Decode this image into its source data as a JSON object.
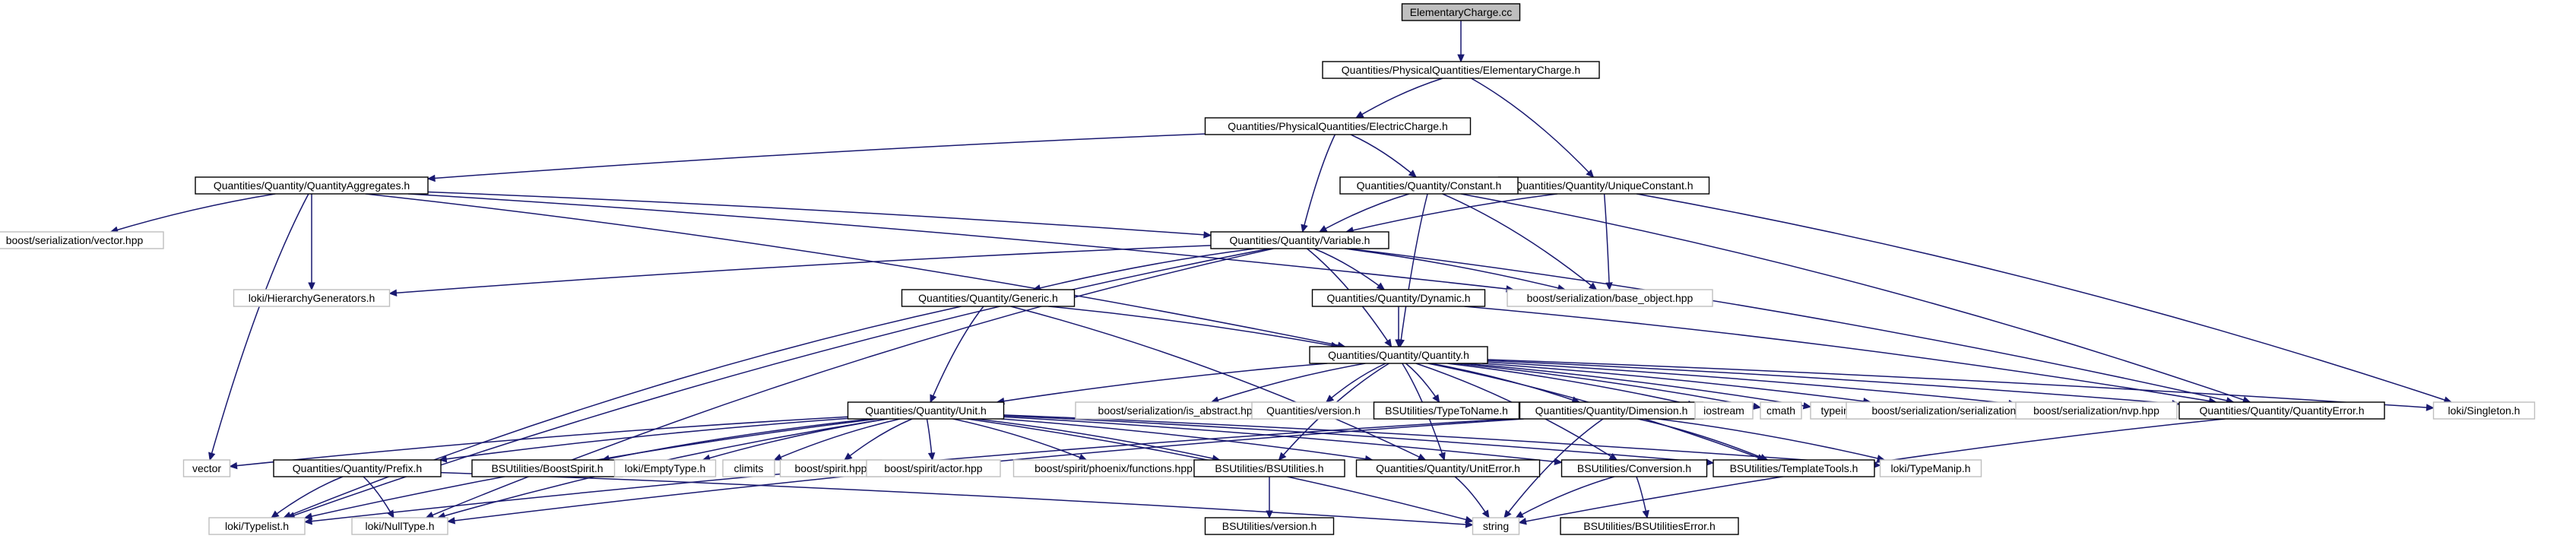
{
  "graph": {
    "colors": {
      "edge": "#191970",
      "node_border": "#000000",
      "external_border": "#bfbfbf",
      "root_fill": "#bfbfbf"
    },
    "nodes": [
      {
        "id": "ec_cc",
        "label": "ElementaryCharge.cc",
        "kind": "root"
      },
      {
        "id": "ec_h",
        "label": "Quantities/PhysicalQuantities/ElementaryCharge.h",
        "kind": "normal"
      },
      {
        "id": "elec_h",
        "label": "Quantities/PhysicalQuantities/ElectricCharge.h",
        "kind": "normal"
      },
      {
        "id": "uconst",
        "label": "Quantities/Quantity/UniqueConstant.h",
        "kind": "normal"
      },
      {
        "id": "agg",
        "label": "Quantities/Quantity/QuantityAggregates.h",
        "kind": "normal"
      },
      {
        "id": "const",
        "label": "Quantities/Quantity/Constant.h",
        "kind": "normal"
      },
      {
        "id": "bsv",
        "label": "boost/serialization/vector.hpp",
        "kind": "external"
      },
      {
        "id": "var",
        "label": "Quantities/Quantity/Variable.h",
        "kind": "normal"
      },
      {
        "id": "hier",
        "label": "loki/HierarchyGenerators.h",
        "kind": "external"
      },
      {
        "id": "bso",
        "label": "boost/serialization/base_object.hpp",
        "kind": "external"
      },
      {
        "id": "gen",
        "label": "Quantities/Quantity/Generic.h",
        "kind": "normal"
      },
      {
        "id": "dyn",
        "label": "Quantities/Quantity/Dynamic.h",
        "kind": "normal"
      },
      {
        "id": "qty",
        "label": "Quantities/Quantity/Quantity.h",
        "kind": "normal"
      },
      {
        "id": "unit",
        "label": "Quantities/Quantity/Unit.h",
        "kind": "normal"
      },
      {
        "id": "isabs",
        "label": "boost/serialization/is_abstract.hpp",
        "kind": "external"
      },
      {
        "id": "qver",
        "label": "Quantities/version.h",
        "kind": "external"
      },
      {
        "id": "ttn",
        "label": "BSUtilities/TypeToName.h",
        "kind": "normal"
      },
      {
        "id": "dim",
        "label": "Quantities/Quantity/Dimension.h",
        "kind": "normal"
      },
      {
        "id": "iostream",
        "label": "iostream",
        "kind": "external"
      },
      {
        "id": "cmath",
        "label": "cmath",
        "kind": "external"
      },
      {
        "id": "typeinfo",
        "label": "typeinfo",
        "kind": "external"
      },
      {
        "id": "bss",
        "label": "boost/serialization/serialization.hpp",
        "kind": "external"
      },
      {
        "id": "nvp",
        "label": "boost/serialization/nvp.hpp",
        "kind": "external"
      },
      {
        "id": "qerr",
        "label": "Quantities/Quantity/QuantityError.h",
        "kind": "normal"
      },
      {
        "id": "singleton",
        "label": "loki/Singleton.h",
        "kind": "external"
      },
      {
        "id": "vector",
        "label": "vector",
        "kind": "external"
      },
      {
        "id": "prefix",
        "label": "Quantities/Quantity/Prefix.h",
        "kind": "normal"
      },
      {
        "id": "bspirit",
        "label": "BSUtilities/BoostSpirit.h",
        "kind": "normal"
      },
      {
        "id": "empty",
        "label": "loki/EmptyType.h",
        "kind": "external"
      },
      {
        "id": "climits",
        "label": "climits",
        "kind": "external"
      },
      {
        "id": "spirit",
        "label": "boost/spirit.hpp",
        "kind": "external"
      },
      {
        "id": "actor",
        "label": "boost/spirit/actor.hpp",
        "kind": "external"
      },
      {
        "id": "phoenix",
        "label": "boost/spirit/phoenix/functions.hpp",
        "kind": "external"
      },
      {
        "id": "bsu",
        "label": "BSUtilities/BSUtilities.h",
        "kind": "normal"
      },
      {
        "id": "uerr",
        "label": "Quantities/Quantity/UnitError.h",
        "kind": "normal"
      },
      {
        "id": "conv",
        "label": "BSUtilities/Conversion.h",
        "kind": "normal"
      },
      {
        "id": "ttools",
        "label": "BSUtilities/TemplateTools.h",
        "kind": "normal"
      },
      {
        "id": "tmanip",
        "label": "loki/TypeManip.h",
        "kind": "external"
      },
      {
        "id": "typelist",
        "label": "loki/Typelist.h",
        "kind": "external"
      },
      {
        "id": "nulltype",
        "label": "loki/NullType.h",
        "kind": "external"
      },
      {
        "id": "string",
        "label": "string",
        "kind": "external"
      },
      {
        "id": "bsuver",
        "label": "BSUtilities/version.h",
        "kind": "normal"
      },
      {
        "id": "bsuerr",
        "label": "BSUtilities/BSUtilitiesError.h",
        "kind": "normal"
      }
    ],
    "edges": [
      [
        "ec_cc",
        "ec_h"
      ],
      [
        "ec_h",
        "elec_h"
      ],
      [
        "ec_h",
        "uconst"
      ],
      [
        "elec_h",
        "agg"
      ],
      [
        "elec_h",
        "const"
      ],
      [
        "elec_h",
        "var"
      ],
      [
        "uconst",
        "var"
      ],
      [
        "uconst",
        "bso"
      ],
      [
        "uconst",
        "singleton"
      ],
      [
        "agg",
        "bsv"
      ],
      [
        "agg",
        "vector"
      ],
      [
        "agg",
        "var"
      ],
      [
        "agg",
        "hier"
      ],
      [
        "agg",
        "bso"
      ],
      [
        "agg",
        "qty"
      ],
      [
        "const",
        "var"
      ],
      [
        "const",
        "bso"
      ],
      [
        "const",
        "qerr"
      ],
      [
        "const",
        "qty"
      ],
      [
        "var",
        "hier"
      ],
      [
        "var",
        "bso"
      ],
      [
        "var",
        "gen"
      ],
      [
        "var",
        "dyn"
      ],
      [
        "var",
        "qty"
      ],
      [
        "var",
        "qerr"
      ],
      [
        "var",
        "typelist"
      ],
      [
        "var",
        "nulltype"
      ],
      [
        "gen",
        "qty"
      ],
      [
        "gen",
        "unit"
      ],
      [
        "gen",
        "typelist"
      ],
      [
        "gen",
        "uerr"
      ],
      [
        "dyn",
        "qty"
      ],
      [
        "dyn",
        "qerr"
      ],
      [
        "qty",
        "unit"
      ],
      [
        "qty",
        "isabs"
      ],
      [
        "qty",
        "qver"
      ],
      [
        "qty",
        "ttn"
      ],
      [
        "qty",
        "dim"
      ],
      [
        "qty",
        "iostream"
      ],
      [
        "qty",
        "cmath"
      ],
      [
        "qty",
        "typeinfo"
      ],
      [
        "qty",
        "bss"
      ],
      [
        "qty",
        "nvp"
      ],
      [
        "qty",
        "qerr"
      ],
      [
        "qty",
        "singleton"
      ],
      [
        "qty",
        "conv"
      ],
      [
        "qty",
        "bsu"
      ],
      [
        "qty",
        "ttools"
      ],
      [
        "qty",
        "uerr"
      ],
      [
        "unit",
        "vector"
      ],
      [
        "unit",
        "prefix"
      ],
      [
        "unit",
        "bspirit"
      ],
      [
        "unit",
        "empty"
      ],
      [
        "unit",
        "climits"
      ],
      [
        "unit",
        "spirit"
      ],
      [
        "unit",
        "actor"
      ],
      [
        "unit",
        "phoenix"
      ],
      [
        "unit",
        "bsu"
      ],
      [
        "unit",
        "uerr"
      ],
      [
        "unit",
        "conv"
      ],
      [
        "unit",
        "ttools"
      ],
      [
        "unit",
        "tmanip"
      ],
      [
        "unit",
        "typelist"
      ],
      [
        "unit",
        "nulltype"
      ],
      [
        "unit",
        "string"
      ],
      [
        "dim",
        "ttools"
      ],
      [
        "dim",
        "tmanip"
      ],
      [
        "dim",
        "typelist"
      ],
      [
        "dim",
        "nulltype"
      ],
      [
        "dim",
        "string"
      ],
      [
        "prefix",
        "typelist"
      ],
      [
        "prefix",
        "nulltype"
      ],
      [
        "prefix",
        "string"
      ],
      [
        "bsu",
        "bsuver"
      ],
      [
        "uerr",
        "string"
      ],
      [
        "conv",
        "string"
      ],
      [
        "conv",
        "bsuerr"
      ],
      [
        "qerr",
        "string"
      ]
    ]
  }
}
